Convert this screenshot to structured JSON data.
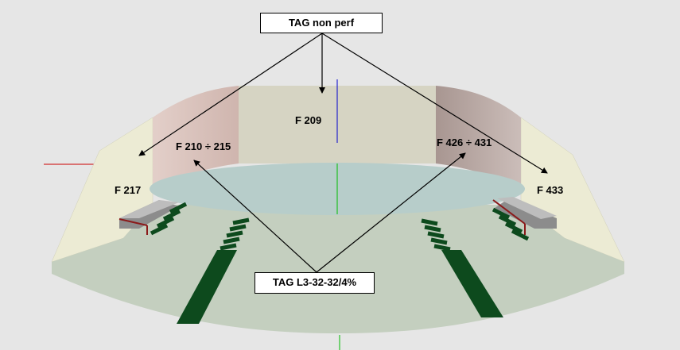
{
  "callouts": {
    "top": "TAG non perf",
    "bottom": "TAG L3-32-32/4%"
  },
  "panel_labels": {
    "left_outer": "F 217",
    "left_inner": "F 210 ÷ 215",
    "center": "F 209",
    "right_inner": "F 426 ÷ 431",
    "right_outer": "F 433"
  },
  "colors": {
    "background": "#e6e6e6",
    "floor": "#c4cfbf",
    "inner_floor": "#b7cdca",
    "center_panel": "#d6d4c3",
    "outer_panel": "#ecebd4",
    "left_inner_panel": "#d9c3bd",
    "right_inner_panel": "#b8a7a3",
    "seating": "#0d4a1d",
    "x_axis": "#cc0000",
    "y_axis": "#00bb00",
    "z_axis": "#0000cc"
  }
}
